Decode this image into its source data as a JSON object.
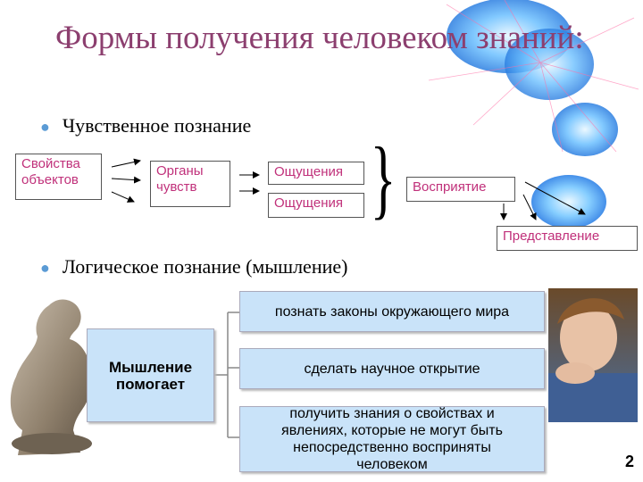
{
  "title": "Формы получения человеком знаний:",
  "bullets": {
    "sensory": "Чувственное познание",
    "logical": "Логическое познание (мышление)"
  },
  "sensory_chain": {
    "properties": "Свойства объектов",
    "organs": "Органы чувств",
    "sensation1": "Ощущения",
    "sensation2": "Ощущения",
    "brace": "}",
    "perception": "Восприятие",
    "representation": "Представление"
  },
  "thinking": {
    "center": "Мышление помогает",
    "items": [
      "познать законы окружающего мира",
      "сделать научное открытие",
      "получить знания о свойствах и явлениях, которые не могут быть непосредственно восприняты человеком"
    ]
  },
  "page_number": "2",
  "colors": {
    "title": "#8c3f6f",
    "box_text": "#c0307a",
    "thinking_box": "#c9e3f9",
    "bullet": "#5b9bd5"
  }
}
